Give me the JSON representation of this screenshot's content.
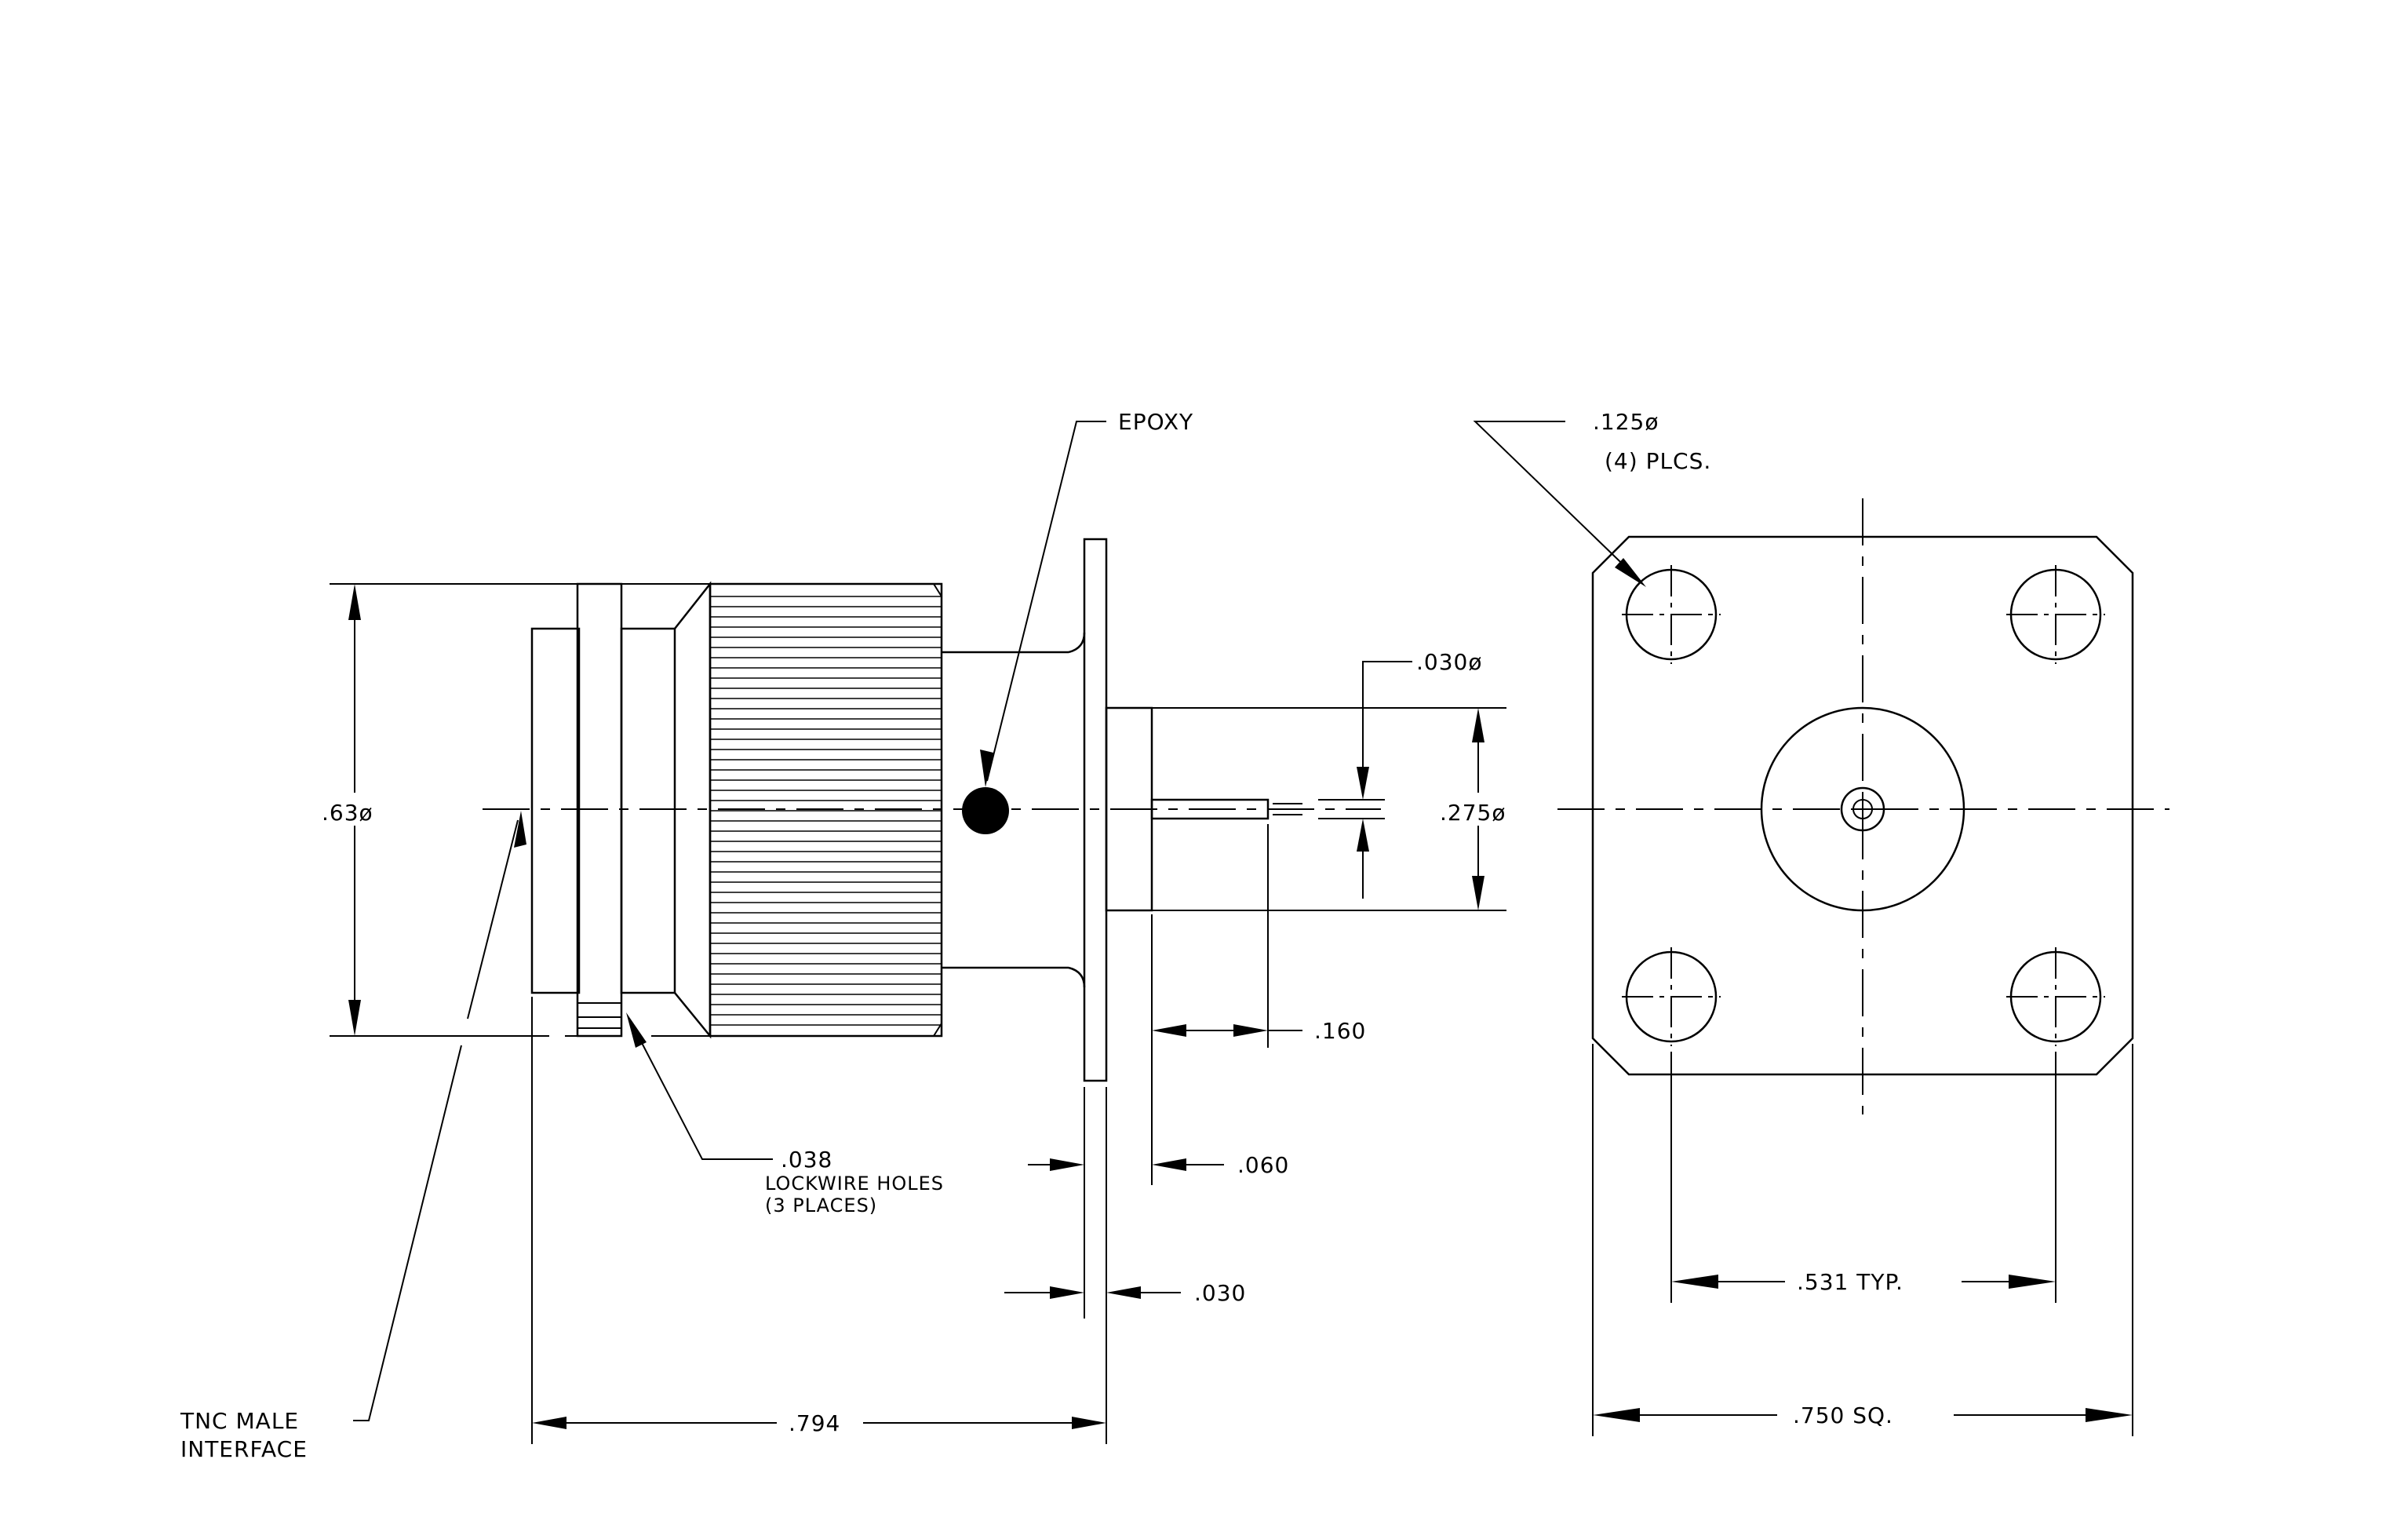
{
  "labels": {
    "epoxy": "EPOXY",
    "hole_dia": ".125ø",
    "hole_count": "(4) PLCS.",
    "pin_dia": ".030ø",
    "body_dia": ".63ø",
    "flange_inner_dia": ".275ø",
    "pin_len": ".160",
    "lockwire_size": ".038",
    "lockwire_holes": "LOCKWIRE HOLES",
    "lockwire_places": "(3 PLACES)",
    "flange_step": ".060",
    "flange_thick": ".030",
    "hole_spacing": ".531 TYP.",
    "overall_len": ".794",
    "flange_size": ".750 SQ.",
    "interface_line1": "TNC MALE",
    "interface_line2": "INTERFACE"
  }
}
